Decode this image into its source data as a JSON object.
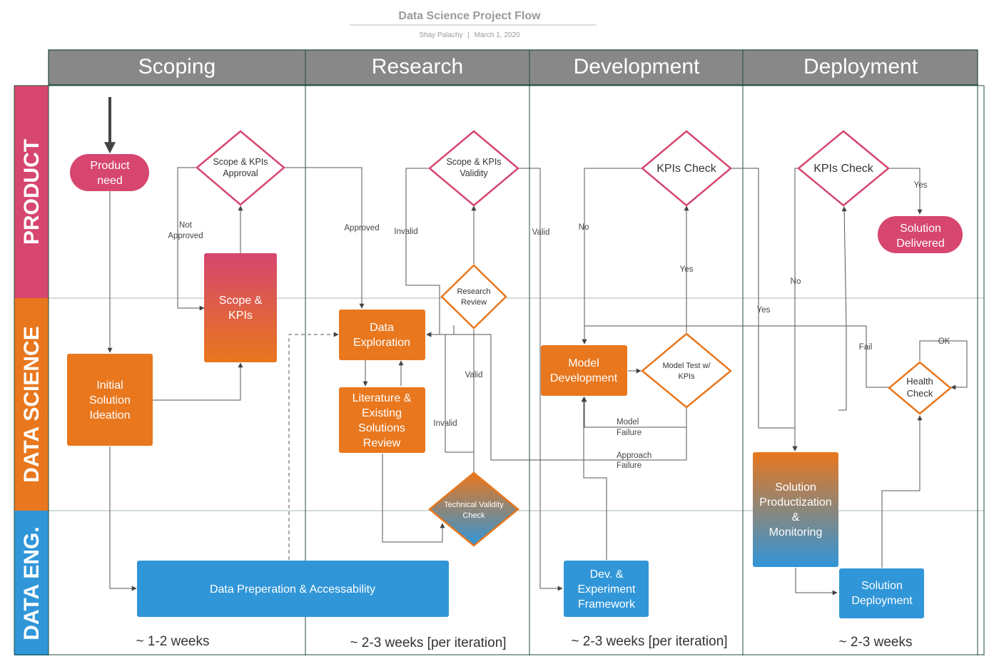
{
  "header": {
    "title": "Data Science Project Flow",
    "author": "Shay Palachy",
    "separator": "|",
    "date": "March 1, 2020"
  },
  "columns": [
    "Scoping",
    "Research",
    "Development",
    "Deployment"
  ],
  "rows": [
    "PRODUCT",
    "DATA SCIENCE",
    "DATA ENG."
  ],
  "durations": [
    "~ 1-2 weeks",
    "~ 2-3 weeks [per iteration]",
    "~ 2-3 weeks [per iteration]",
    "~ 2-3 weeks"
  ],
  "nodes": {
    "product_need": [
      "Product",
      "need"
    ],
    "scope_kpis_approval": [
      "Scope & KPIs",
      "Approval"
    ],
    "scope_kpis": [
      "Scope &",
      "KPIs"
    ],
    "initial_solution": [
      "Initial",
      "Solution",
      "Ideation"
    ],
    "data_prep": "Data Preperation & Accessability",
    "scope_kpis_validity": [
      "Scope & KPIs",
      "Validity"
    ],
    "research_review": [
      "Research",
      "Review"
    ],
    "data_exploration": [
      "Data",
      "Exploration"
    ],
    "literature_review": [
      "Literature &",
      "Existing",
      "Solutions",
      "Review"
    ],
    "technical_validity": [
      "Technical Validity",
      "Check"
    ],
    "kpis_check_dev": "KPIs Check",
    "model_development": [
      "Model",
      "Development"
    ],
    "model_test": [
      "Model Test w/",
      "KPIs"
    ],
    "dev_framework": [
      "Dev. &",
      "Experiment",
      "Framework"
    ],
    "kpis_check_deploy": "KPIs Check",
    "solution_delivered": [
      "Solution",
      "Delivered"
    ],
    "health_check": [
      "Health",
      "Check"
    ],
    "productization": [
      "Solution",
      "Productization",
      "&",
      "Monitoring"
    ],
    "solution_deployment": [
      "Solution",
      "Deployment"
    ]
  },
  "edge_labels": {
    "not_approved": [
      "Not",
      "Approved"
    ],
    "approved": "Approved",
    "invalid_top": "Invalid",
    "valid_top": "Valid",
    "valid_mid": "Valid",
    "invalid_bottom": "Invalid",
    "no_dev": "No",
    "yes_dev": "Yes",
    "model_failure": [
      "Model",
      "Failure"
    ],
    "approach_failure": [
      "Approach",
      "Failure"
    ],
    "yes_mid": "Yes",
    "no_deploy": "No",
    "yes_deploy": "Yes",
    "fail": "Fail",
    "ok": "OK"
  },
  "colors": {
    "header_gray": "#888888",
    "product": "#d6466f",
    "data_science": "#e8771e",
    "data_eng": "#3096d8",
    "grid": "#1f4d3a"
  }
}
